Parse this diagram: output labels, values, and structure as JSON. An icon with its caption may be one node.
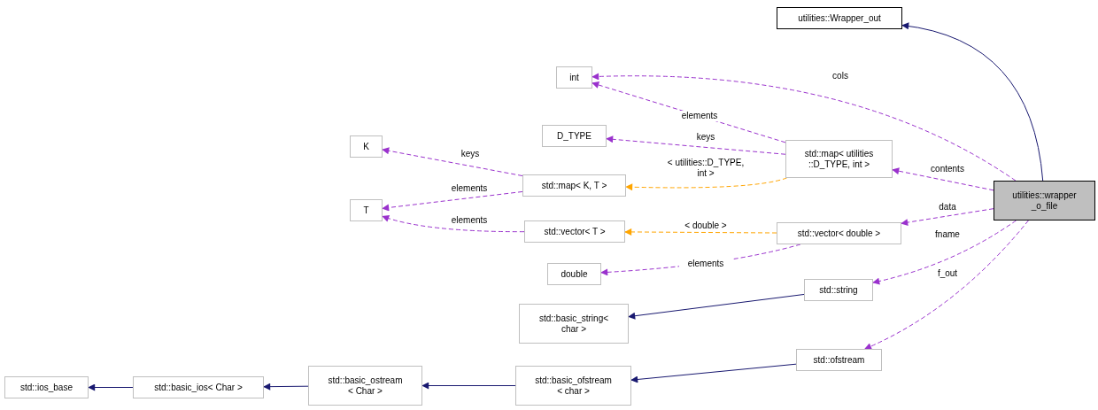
{
  "diagram": {
    "nodes": [
      {
        "text": [
          "utilities::Wrapper_out"
        ]
      },
      {
        "text": [
          "int"
        ]
      },
      {
        "text": [
          "D_TYPE"
        ]
      },
      {
        "text": [
          "std::map< utilities ::D_TYPE, int >"
        ]
      },
      {
        "text": [
          "K"
        ]
      },
      {
        "text": [
          "std::map< K, T >"
        ]
      },
      {
        "text": [
          "T"
        ]
      },
      {
        "text": [
          "utilities::wrapper _o_file"
        ]
      },
      {
        "text": [
          "std::vector< T >"
        ]
      },
      {
        "text": [
          "std::vector< double >"
        ]
      },
      {
        "text": [
          "double"
        ]
      },
      {
        "text": [
          "std::string"
        ]
      },
      {
        "text": [
          "std::basic_string< char >"
        ]
      },
      {
        "text": [
          "std::ofstream"
        ]
      },
      {
        "text": [
          "std::ios_base"
        ]
      },
      {
        "text": [
          "std::basic_ios< Char >"
        ]
      },
      {
        "text": [
          "std::basic_ostream < Char >"
        ]
      },
      {
        "text": [
          "std::basic_ofstream < char >"
        ]
      }
    ],
    "edges": [
      {
        "from": 7,
        "to": 0,
        "arrow": "to",
        "color": "#191970"
      },
      {
        "from": 7,
        "to": 1,
        "arrow": "to",
        "label": "cols",
        "style": "dashed"
      },
      {
        "from": 3,
        "to": 1,
        "arrow": "to",
        "label": "elements",
        "style": "dashed"
      },
      {
        "from": 3,
        "to": 2,
        "arrow": "to",
        "label": "keys",
        "style": "dashed"
      },
      {
        "from": 7,
        "to": 3,
        "arrow": "to",
        "label": "contents",
        "style": "dashed"
      },
      {
        "from": 5,
        "to": 4,
        "arrow": "to",
        "label": "keys",
        "style": "dashed"
      },
      {
        "from": 5,
        "to": 6,
        "arrow": "to",
        "label": "elements",
        "style": "dashed"
      },
      {
        "from": 3,
        "to": 5,
        "arrow": "to",
        "label": "< utilities::D_TYPE, int >",
        "style": "dashed",
        "color": "#ffa500"
      },
      {
        "from": 8,
        "to": 6,
        "arrow": "to",
        "label": "elements",
        "style": "dashed"
      },
      {
        "from": 9,
        "to": 8,
        "arrow": "to",
        "label": "< double >",
        "style": "dashed",
        "color": "#ffa500"
      },
      {
        "from": 7,
        "to": 9,
        "arrow": "to",
        "label": "data",
        "style": "dashed"
      },
      {
        "from": 9,
        "to": 10,
        "arrow": "to",
        "label": "elements",
        "style": "dashed"
      },
      {
        "from": 7,
        "to": 11,
        "arrow": "to",
        "label": "fname",
        "style": "dashed"
      },
      {
        "from": 11,
        "to": 12,
        "arrow": "to",
        "color": "#191970"
      },
      {
        "from": 7,
        "to": 13,
        "arrow": "to",
        "label": "f_out",
        "style": "dashed"
      },
      {
        "from": 13,
        "to": 17,
        "arrow": "to",
        "color": "#191970"
      },
      {
        "from": 17,
        "to": 16,
        "arrow": "to",
        "color": "#191970"
      },
      {
        "from": 16,
        "to": 15,
        "arrow": "to",
        "color": "#191970"
      },
      {
        "from": 15,
        "to": 14,
        "arrow": "to",
        "color": "#191970"
      }
    ]
  }
}
